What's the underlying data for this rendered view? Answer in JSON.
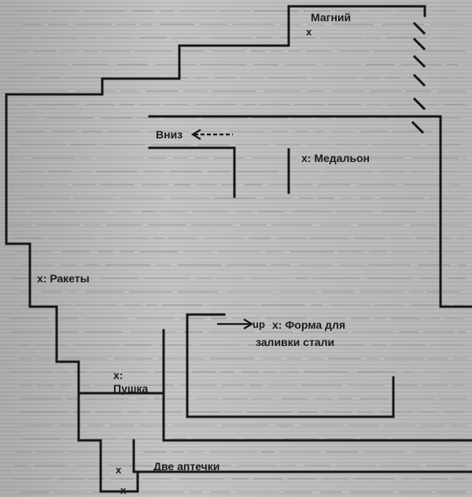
{
  "labels": {
    "magnesium": "Магний",
    "magnesium_mark": "x",
    "down": "Вниз",
    "medallion": "x: Медальон",
    "rockets": "x: Ракеты",
    "up": "up",
    "steel_mold_line1": "x: Форма для",
    "steel_mold_line2": "заливки стали",
    "cannon_mark": "x:",
    "cannon": "Пушка",
    "medkits_mark": "x",
    "medkits": "Две аптечки",
    "exit_mark": "x"
  },
  "colors": {
    "ink": "#161616",
    "paper": "#bcbcbc",
    "faded_text": "#8d8d8d"
  }
}
